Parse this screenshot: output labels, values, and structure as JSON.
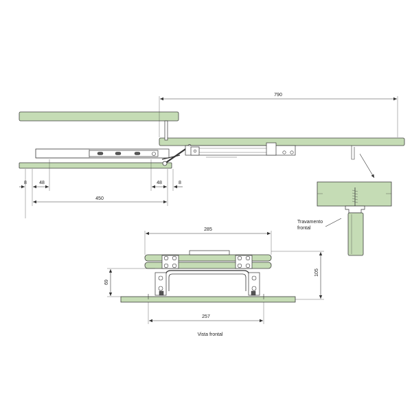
{
  "colors": {
    "wood": "#c5dcb5",
    "line": "#333333",
    "metal": "#ffffff"
  },
  "side_view": {
    "dim_top": "790",
    "dim_left_8": "8",
    "dim_left_48": "48",
    "dim_mid_48": "48",
    "dim_mid_8": "8",
    "dim_bottom": "450"
  },
  "detail": {
    "label_line1": "Travamento",
    "label_line2": "frontal"
  },
  "front_view": {
    "dim_top": "285",
    "dim_right": "105",
    "dim_left": "69",
    "dim_bottom": "257",
    "caption": "Vista frontal"
  }
}
